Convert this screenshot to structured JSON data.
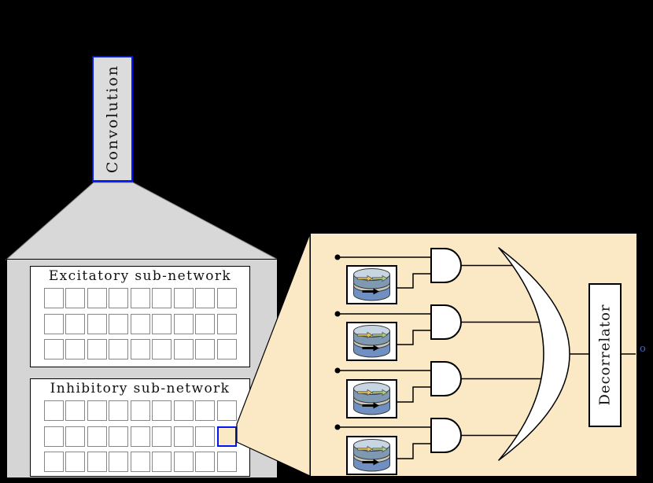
{
  "convolution": {
    "label": "Convolution"
  },
  "excitatory": {
    "title": "Excitatory sub-network",
    "rows": 3,
    "cols": 9
  },
  "inhibitory": {
    "title": "Inhibitory sub-network",
    "rows": 3,
    "cols": 9,
    "highlight_row": 2,
    "highlight_col": 9
  },
  "zoom_panel": {
    "rows": 4,
    "decorrelator_label": "Decorrelator",
    "output_label": "o",
    "icons": {
      "input": "input-dot",
      "synapse": "magnetic-tunnel-junction-icon",
      "gate": "and-gate-icon",
      "combiner": "or-gate-crescent-icon"
    }
  },
  "colors": {
    "background": "#000000",
    "gray_fill": "#d8d8d8",
    "container_fill": "#d5d5d5",
    "panel_beige": "#fbe9c5",
    "accent_blue": "#0016f0",
    "mtj_body_blue": "#7190c2",
    "mtj_top": "#c7d6e2",
    "arrow_yellow": "#eec84e",
    "arrow_green": "#a9d37f",
    "output_label_blue": "#4466bb"
  }
}
